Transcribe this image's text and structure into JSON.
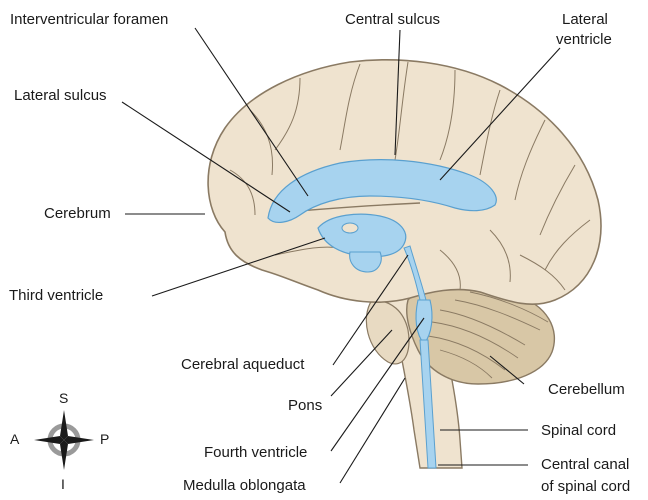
{
  "labels": {
    "interventricular_foramen": "Interventricular foramen",
    "central_sulcus": "Central sulcus",
    "lateral_ventricle_1": "Lateral",
    "lateral_ventricle_2": "ventricle",
    "lateral_sulcus": "Lateral sulcus",
    "cerebrum": "Cerebrum",
    "third_ventricle": "Third ventricle",
    "cerebral_aqueduct": "Cerebral aqueduct",
    "pons": "Pons",
    "fourth_ventricle": "Fourth ventricle",
    "medulla_oblongata": "Medulla oblongata",
    "cerebellum": "Cerebellum",
    "spinal_cord": "Spinal cord",
    "central_canal_1": "Central canal",
    "central_canal_2": "of spinal cord"
  },
  "compass": {
    "superior": "S",
    "inferior": "I",
    "anterior": "A",
    "posterior": "P"
  },
  "colors": {
    "brain_fill": "#efe3cf",
    "brain_stroke": "#8a7a63",
    "ventricle_fill": "#a7d3ef",
    "ventricle_stroke": "#5aa0cf",
    "cerebellum_fill": "#d8c7a6",
    "leader_line": "#1a1a1a"
  }
}
